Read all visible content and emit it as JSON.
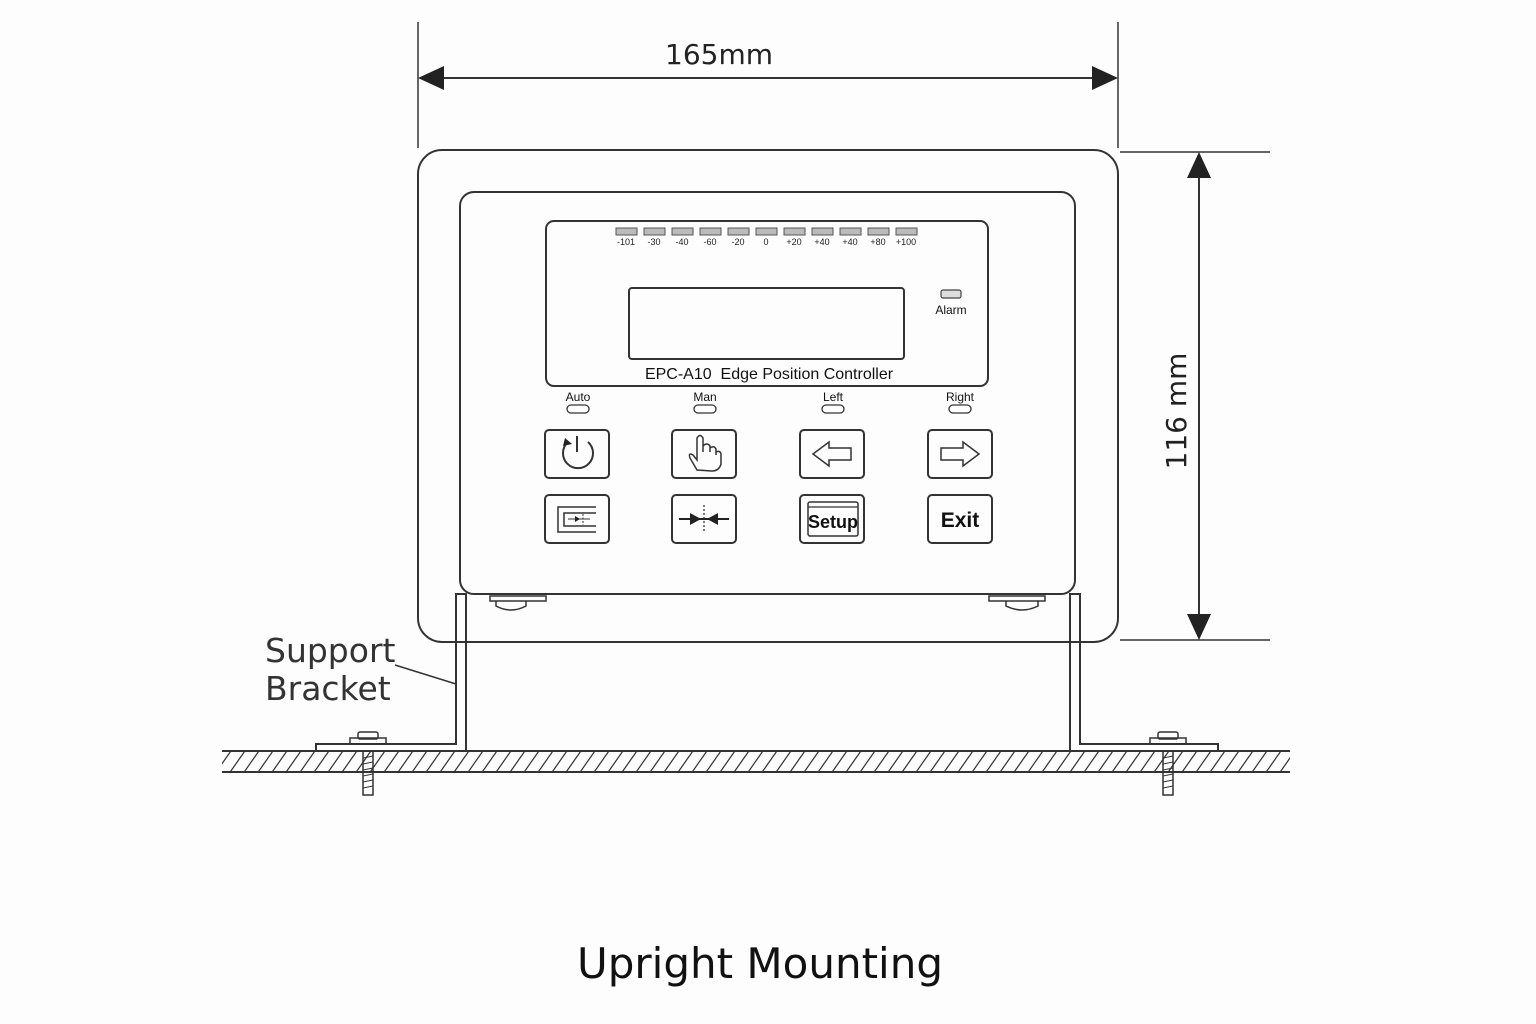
{
  "dimensions": {
    "width_label": "165mm",
    "height_label": "116 mm"
  },
  "panel": {
    "scale_labels": [
      "-101",
      "-30",
      "-40",
      "-60",
      "-20",
      "0",
      "+20",
      "+40",
      "+40",
      "+80",
      "+100"
    ],
    "alarm_label": "Alarm",
    "model_text": "EPC-A10  Edge Position Controller",
    "indicators": [
      "Auto",
      "Man",
      "Left",
      "Right"
    ],
    "keys": {
      "setup_label": "Setup",
      "exit_label": "Exit"
    }
  },
  "callout": {
    "line1": "Support",
    "line2": "Bracket"
  },
  "caption": "Upright Mounting"
}
